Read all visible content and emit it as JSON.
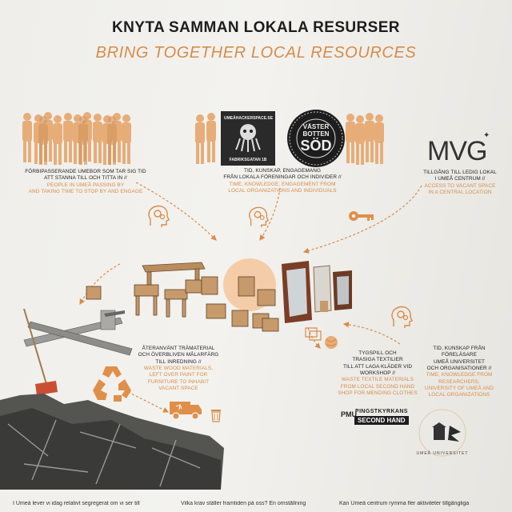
{
  "title": "KNYTA SAMMAN LOKALA RESURSER",
  "subtitle": "BRING TOGETHER LOCAL RESOURCES",
  "captions": {
    "passersby": {
      "sv": [
        "FÖRBIPASSERANDE UMEBOR SOM TAR SIG TID",
        "ATT STANNA TILL OCH TITTA IN //"
      ],
      "en": [
        "PEOPLE IN UMEÅ PASSING BY",
        "AND TAKING TIME TO STOP BY AND ENGAGE"
      ]
    },
    "engagement": {
      "sv": [
        "TID, KUNSKAP, ENGAGEMANG",
        "FRÅN LOKALA FÖRENINGAR OCH INDIVIDER //"
      ],
      "en": [
        "TIME, KNOWLEDGE, ENGAGEMENT FROM",
        "LOCAL ORGANIZATIONS AND INDIVIDUALS"
      ]
    },
    "vacant": {
      "sv": [
        "TILLGÅNG TILL LEDIG LOKAL",
        "I UMEÅ CENTRUM //"
      ],
      "en": [
        "ACCESS TO VACANT SPACE",
        "IN A CENTRAL LOCATION"
      ]
    },
    "wood": {
      "sv": [
        "ÅTERANVÄNT TRÄMATERIAL",
        "OCH ÖVERBLIVEN MÅLARFÄRG",
        "TILL INREDNING //"
      ],
      "en": [
        "WASTE WOOD MATERIALS,",
        "LEFT OVER PAINT FOR",
        "FURNITURE TO INHABIT",
        "VACANT SPACE"
      ]
    },
    "textiles": {
      "sv": [
        "TYGSPILL OCH",
        "TRASIGA TEXTILIER",
        "TILL ATT LAGA KLÄDER VID",
        "WORKSHOP //"
      ],
      "en": [
        "WASTE TEXTILE MATERIALS",
        "FROM LOCAL SECOND HAND",
        "SHOP FOR MENDING CLOTHES"
      ]
    },
    "university": {
      "sv": [
        "TID, KUNSKAP FRÅN",
        "FÖRELÄSARE",
        "UMEÅ UNIVERSITET",
        "OCH ORGANISATIONER //"
      ],
      "en": [
        "TIME, KNOWLEDGE FROM",
        "RESEARCHERS,",
        "UNIVERSITY OF UMEÅ AND",
        "LOCAL ORGANIZATIONS"
      ]
    }
  },
  "logos": {
    "hackerspace": [
      "UMEÅHACKERSPACE.SE",
      "FABRIKSGATAN 1B"
    ],
    "vasterbotten": [
      "VÄSTER",
      "BOTTEN",
      "SÖD"
    ],
    "mvg": "MVG",
    "pingstkyrkans": [
      "PINGSTKYRKANS",
      "SECOND HAND"
    ],
    "pmu": "PMU",
    "umu": "UMEÅ UNIVERSITET"
  },
  "bottom_text": [
    "I Umeå lever vi idag relativt segregerat om vi ser till",
    "Vilka krav ställer framtiden på oss? En omställning",
    "Kan Umeå centrum rymma fler aktiviteter tillgängliga"
  ],
  "colors": {
    "accent": "#d78c4a",
    "ink": "#1d1d1d",
    "background": "#ecebe7"
  },
  "icons": [
    "head-gears-icon",
    "key-icon",
    "recycle-icon",
    "truck-icon",
    "trash-bin-icon",
    "box-icon",
    "fabric-icon",
    "broom-icon"
  ]
}
